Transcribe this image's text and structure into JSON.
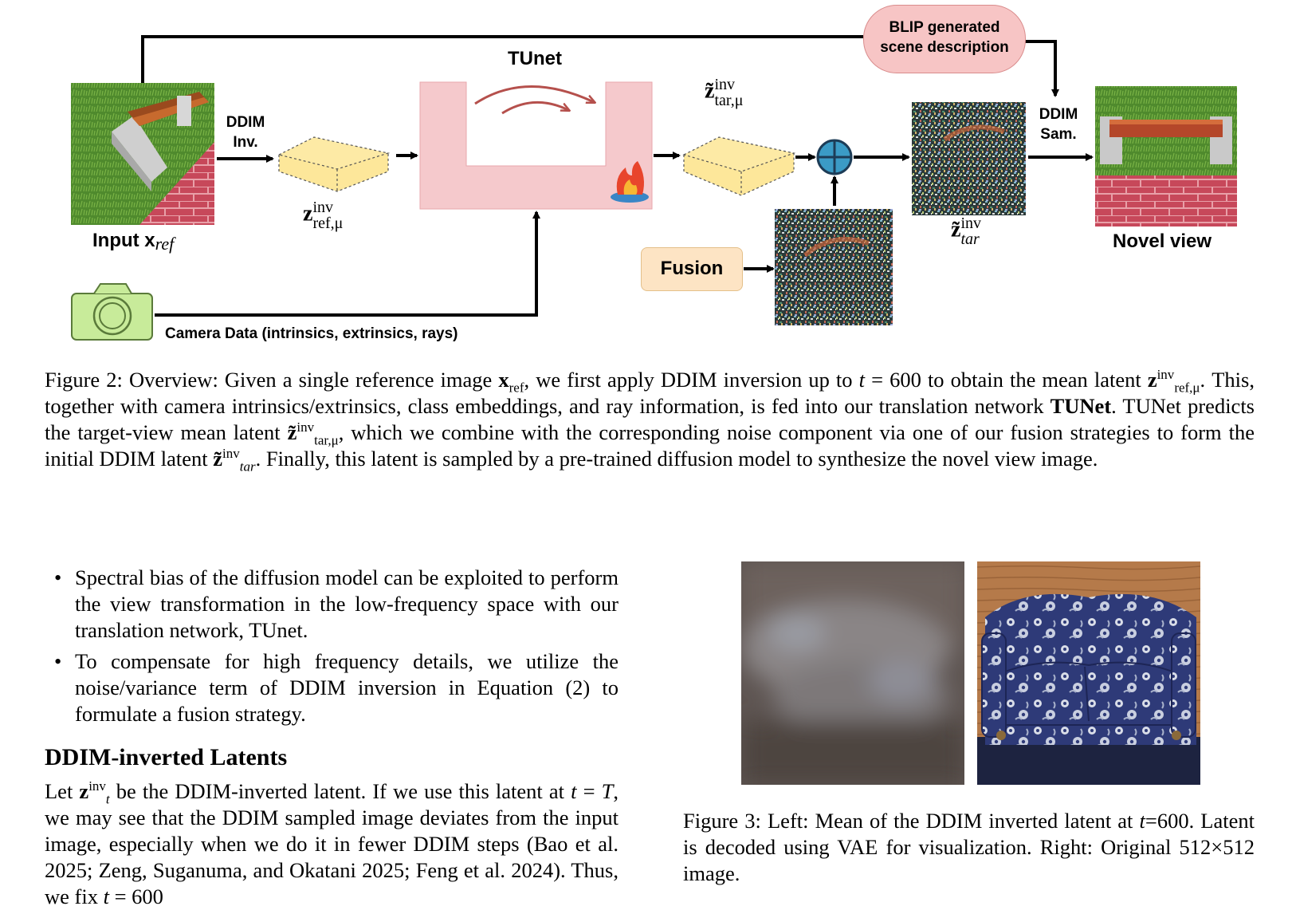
{
  "figure2": {
    "labels": {
      "input": "Input x",
      "input_sub": "ref",
      "ddim_inv": [
        "DDIM",
        "Inv."
      ],
      "tunet": "TUnet",
      "blip": [
        "BLIP generated",
        "scene description"
      ],
      "ddim_sam": [
        "DDIM",
        "Sam."
      ],
      "novel_view": "Novel view",
      "fusion": "Fusion",
      "camera_data": "Camera Data (intrinsics, extrinsics, rays)"
    },
    "math": {
      "z_ref_base": "z",
      "z_ref_sup": "inv",
      "z_ref_sub": "ref,μ",
      "z_tar_mu_base": "z̃",
      "z_tar_mu_sup": "inv",
      "z_tar_mu_sub": "tar,μ",
      "z_tar_base": "z̃",
      "z_tar_sup": "inv",
      "z_tar_sub": "tar"
    },
    "colors": {
      "tunet_fill": "#f5c9cc",
      "tunet_arrow": "#b5504c",
      "latent_fill": "#fde79a",
      "fusion_fill": "#fde4c4",
      "blip_fill": "#f7c5c5",
      "plus_fill": "#3b9bc6",
      "camera_fill": "#c8eb9a"
    },
    "icons": [
      "flame-icon",
      "camera-icon",
      "plus-circle-icon"
    ]
  },
  "caption2": {
    "p1": "Figure 2: Overview: Given a single reference image ",
    "xref": "x",
    "xref_sub": "ref",
    "p2": ", we first apply DDIM inversion up to ",
    "t": "t",
    "p3": " = 600 to obtain the mean latent ",
    "z": "z",
    "z_sup": "inv",
    "z_sub": "ref,μ",
    "p4": ". This, together with camera intrinsics/extrinsics, class embeddings, and ray information, is fed into our translation network ",
    "tunet": "TUNet",
    "p5": ". TUNet predicts the target-view mean latent ",
    "zt": "z̃",
    "zt_sup": "inv",
    "zt_sub": "tar,μ",
    "p6": ", which we combine with the corresponding noise component via one of our fusion strategies to form the initial DDIM latent ",
    "zt2": "z̃",
    "zt2_sup": "inv",
    "zt2_sub": "tar",
    "p7": ". Finally, this latent is sampled by a pre-trained diffusion model to synthesize the novel view image."
  },
  "bullets": [
    "Spectral bias of the diffusion model can be exploited to perform the view transformation in the low-frequency space with our translation network, TUnet.",
    "To compensate for high frequency details, we utilize the noise/variance term of DDIM inversion in Equation (2) to formulate a fusion strategy."
  ],
  "section": {
    "title": "DDIM-inverted Latents",
    "p1": "Let ",
    "z": "z",
    "z_sup": "inv",
    "z_sub": "t",
    "p2": " be the DDIM-inverted latent. If we use this latent at ",
    "t": "t",
    "p3": " = ",
    "T": "T",
    "p4": ", we may see that the DDIM sampled image deviates from the input image, especially when we do it in fewer DDIM steps (Bao et al. 2025; Zeng, Suganuma, and Okatani 2025; Feng et al. 2024). Thus, we fix ",
    "t2": "t",
    "p5": " = 600"
  },
  "caption3": {
    "p1": "Figure 3: Left: Mean of the DDIM inverted latent at ",
    "t": "t",
    "p2": "=600. Latent is decoded using VAE for visualization. Right: Original 512×512 image."
  }
}
